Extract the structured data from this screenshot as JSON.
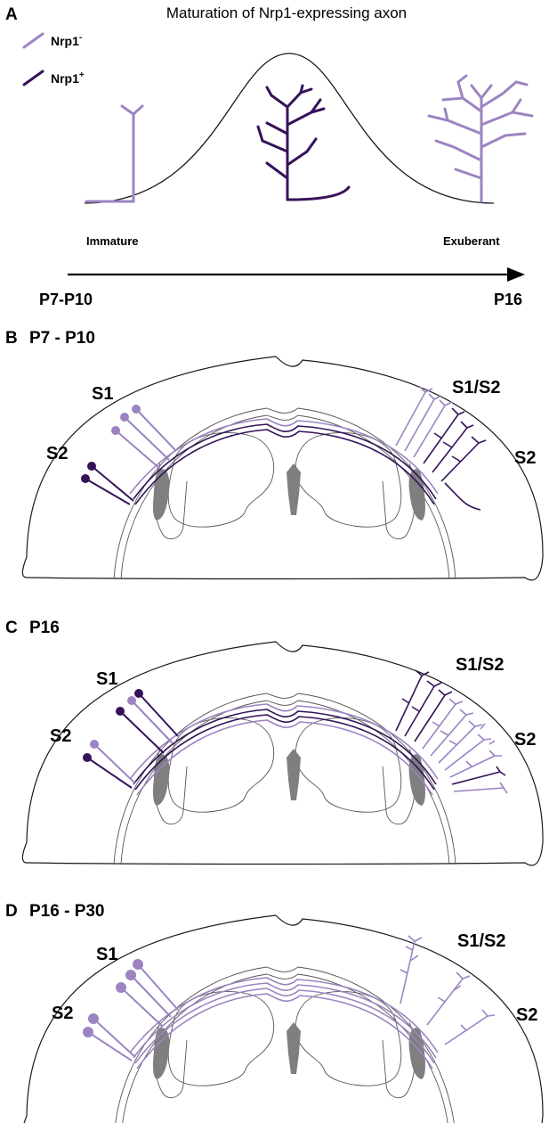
{
  "panels": {
    "a": {
      "letter": "A",
      "title": "Maturation of Nrp1-expressing axon",
      "legend": [
        {
          "label": "Nrp1",
          "sup": "-",
          "color": "#9c84c2"
        },
        {
          "label": "Nrp1",
          "sup": "+",
          "color": "#361259"
        }
      ],
      "stage_left": "Immature",
      "stage_right": "Exuberant",
      "time_start": "P7-P10",
      "time_end": "P16"
    },
    "b": {
      "letter": "B",
      "title": "P7 - P10",
      "s1": "S1",
      "s2_left": "S2",
      "s1s2": "S1/S2",
      "s2_right": "S2"
    },
    "c": {
      "letter": "C",
      "title": "P16",
      "s1": "S1",
      "s2_left": "S2",
      "s1s2": "S1/S2",
      "s2_right": "S2"
    },
    "d": {
      "letter": "D",
      "title": "P16 - P30",
      "s1": "S1",
      "s2_left": "S2",
      "s1s2": "S1/S2",
      "s2_right": "S2"
    }
  },
  "colors": {
    "nrp1_negative": "#9c84c2",
    "nrp1_positive": "#361259",
    "ventricle": "#7f7f7f",
    "outline": "#1a1a1a"
  }
}
